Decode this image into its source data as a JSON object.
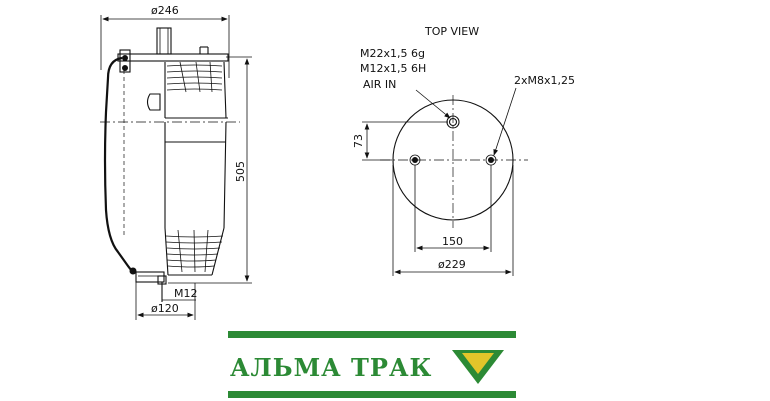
{
  "side_view": {
    "diameter_top": "ø246",
    "height": "505",
    "thread_bottom": "M12",
    "diameter_bottom": "ø120"
  },
  "top_view": {
    "title": "TOP VIEW",
    "air_thread_1": "M22x1,5  6g",
    "air_thread_2": "M12x1,5  6H",
    "air_in": "AIR  IN",
    "bolts": "2xM8x1,25",
    "offset": "73",
    "bolt_spacing": "150",
    "diameter": "ø229"
  },
  "brand": {
    "name": "АЛЬМА ТРАК",
    "color_green": "#2c8a35",
    "color_yellow": "#e3c52a"
  }
}
